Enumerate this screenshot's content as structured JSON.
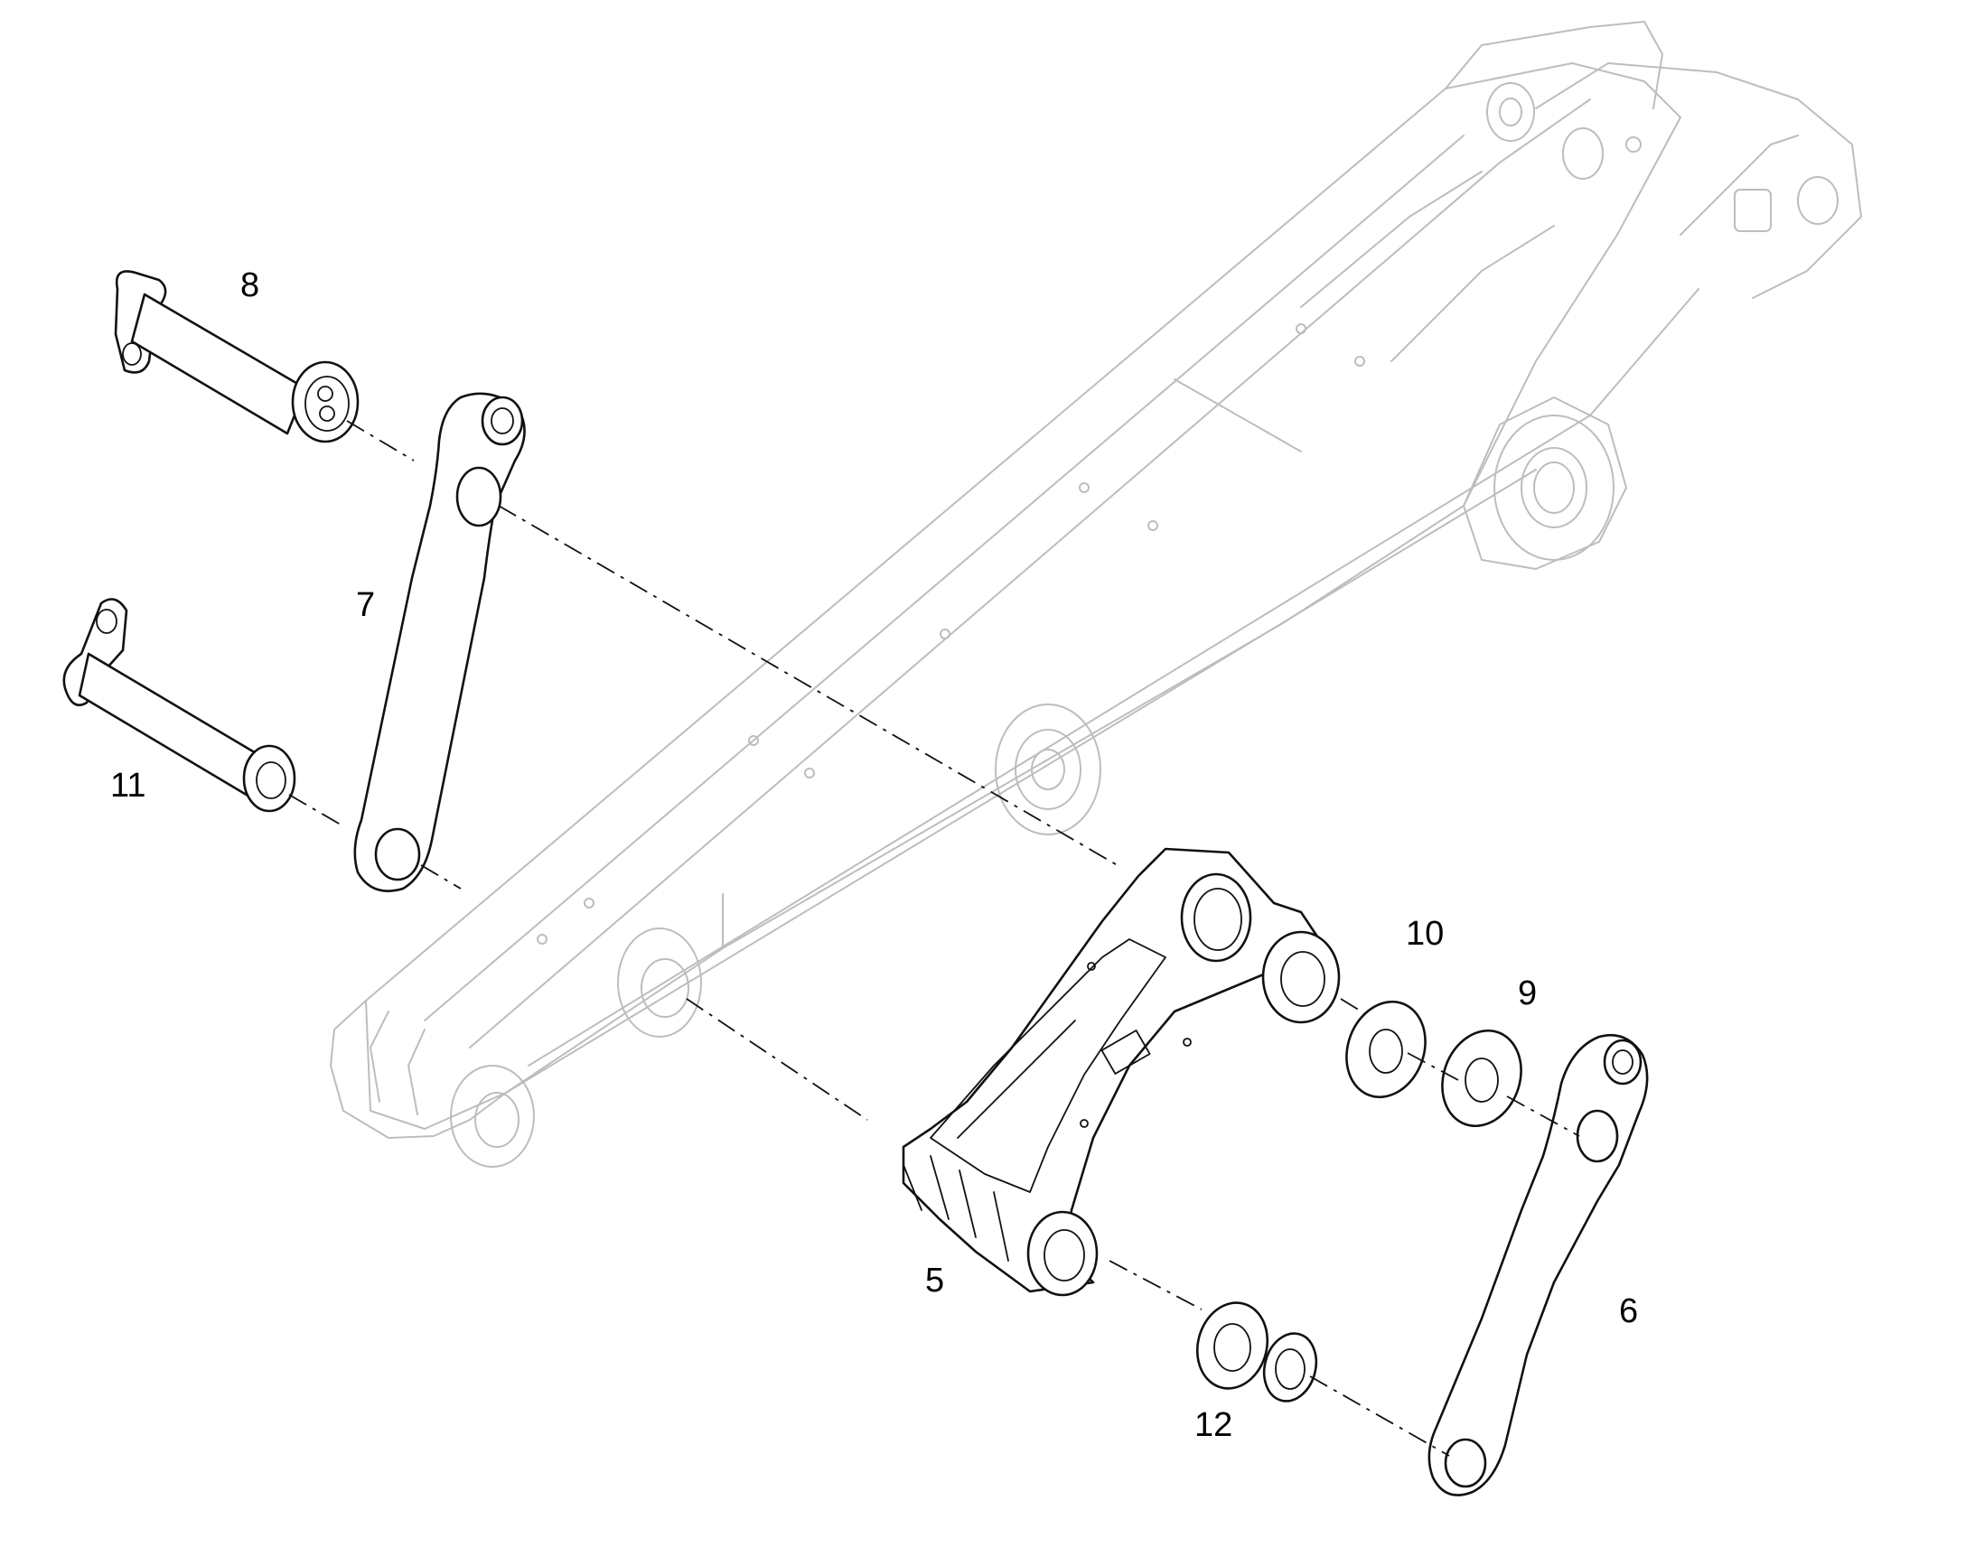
{
  "diagram": {
    "callouts": [
      {
        "id": "8",
        "label": "8"
      },
      {
        "id": "7",
        "label": "7"
      },
      {
        "id": "11",
        "label": "11"
      },
      {
        "id": "10",
        "label": "10"
      },
      {
        "id": "9",
        "label": "9"
      },
      {
        "id": "5",
        "label": "5"
      },
      {
        "id": "6",
        "label": "6"
      },
      {
        "id": "12",
        "label": "12"
      }
    ],
    "colors": {
      "part_stroke": "#111111",
      "boom_stroke": "#bdbdbd",
      "background": "#ffffff"
    }
  }
}
